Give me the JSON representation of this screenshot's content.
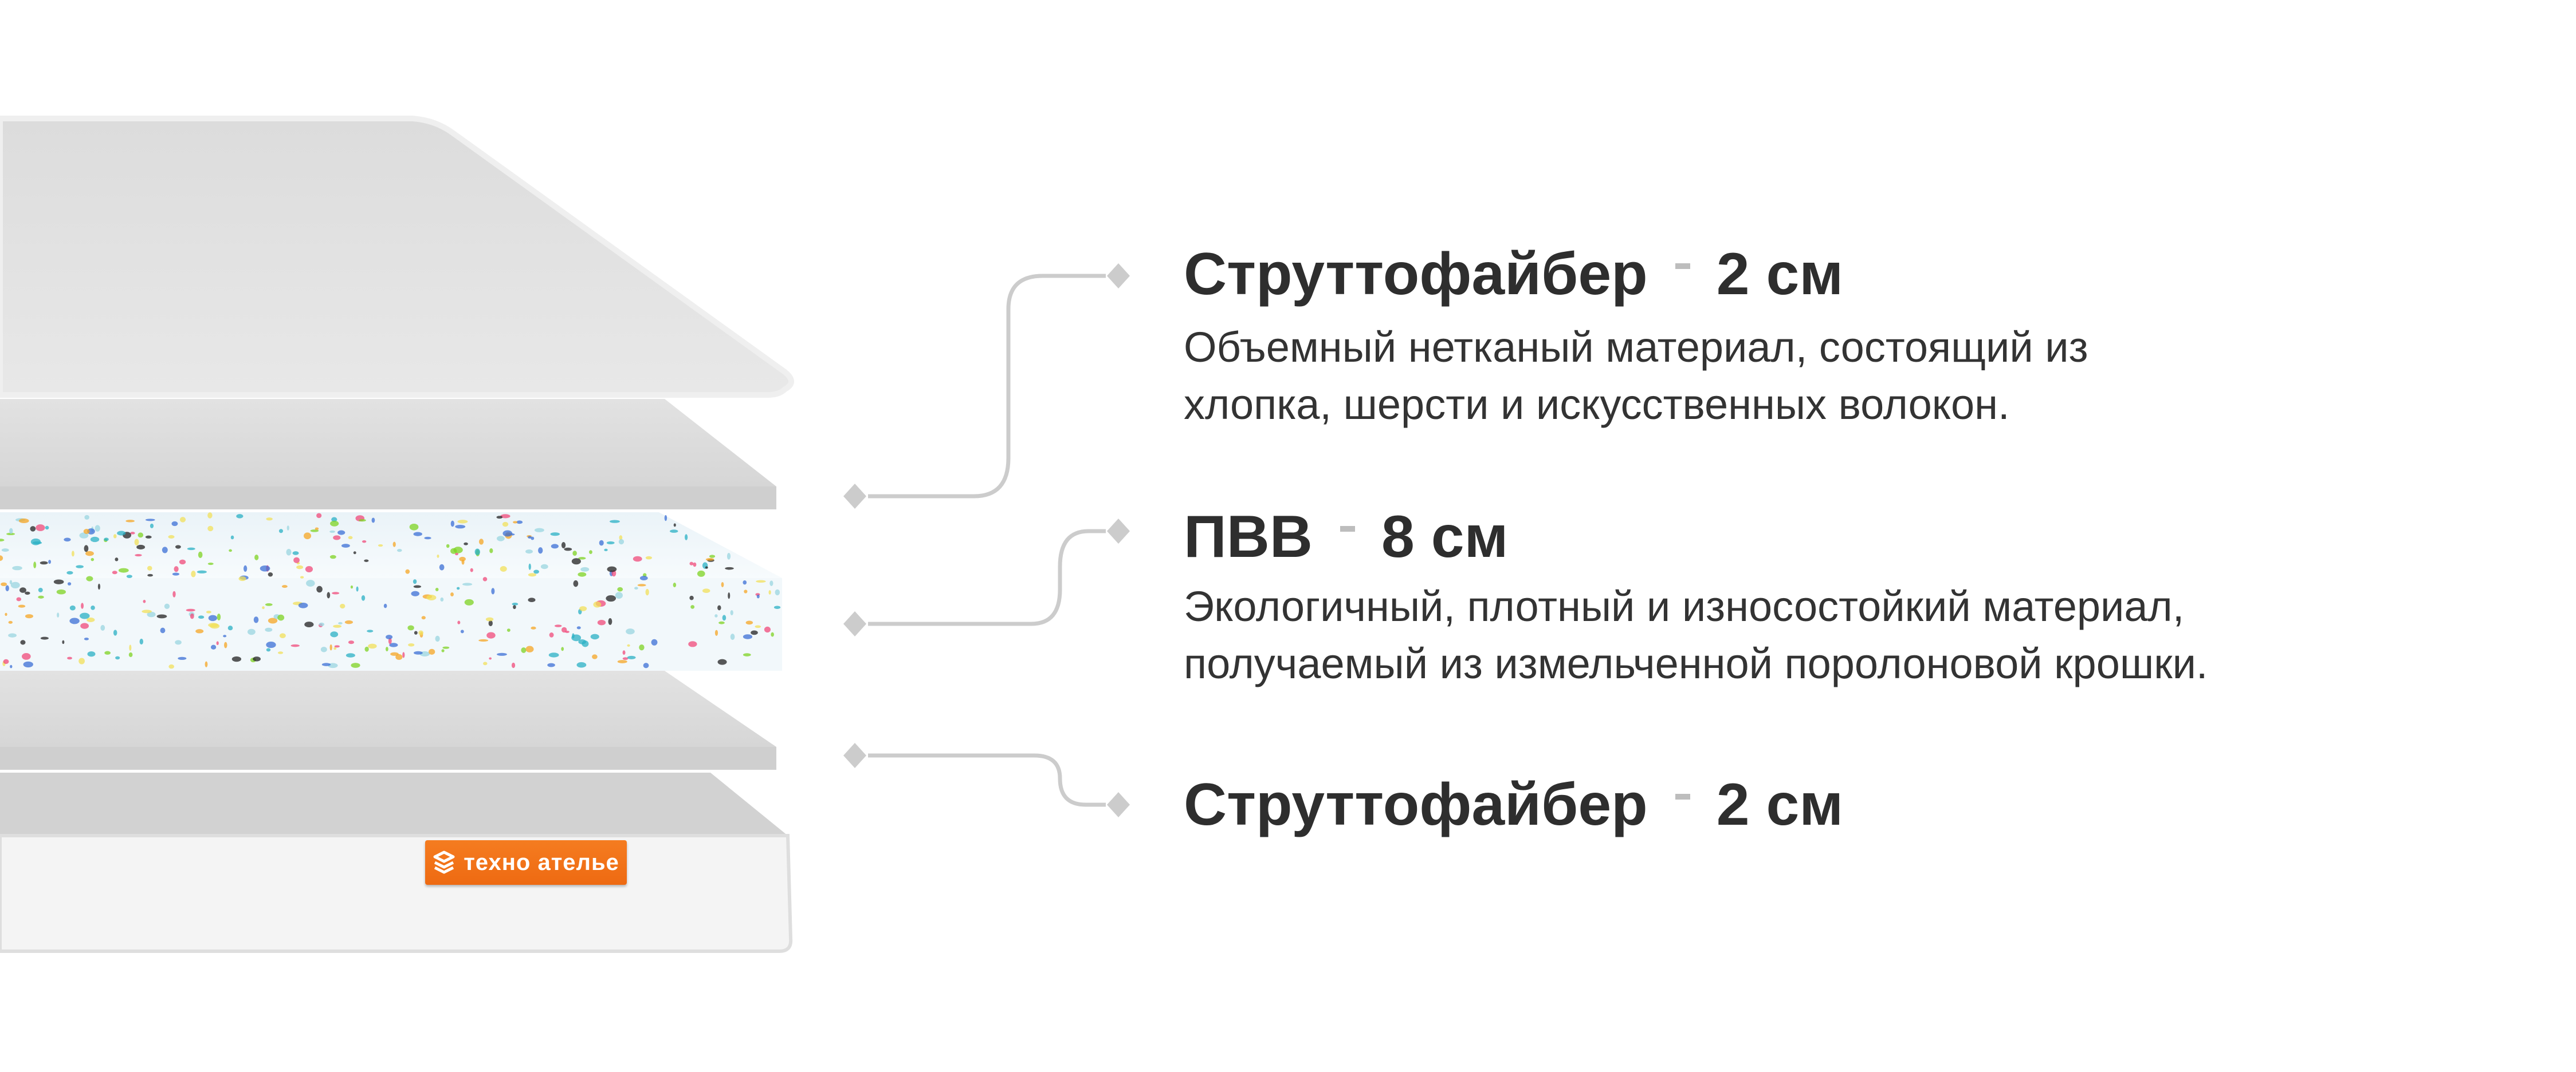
{
  "layers": [
    {
      "name": "Струттофайбер",
      "thickness": "2 см",
      "description": [
        "Объемный нетканый материал, состоящий из",
        "хлопка, шерсти и искусственных волокон."
      ]
    },
    {
      "name": "ПВВ",
      "thickness": "8 см",
      "description": [
        "Экологичный, плотный и износостойкий материал,",
        "получаемый из измельченной поролоновой крошки."
      ]
    },
    {
      "name": "Струттофайбер",
      "thickness": "2 см",
      "description": []
    }
  ],
  "brand": {
    "label": "техно ателье",
    "color": "#f07018"
  },
  "colors": {
    "text": "#2e2e2e",
    "connector": "#cccccc",
    "dash": "#bdbdbd"
  }
}
